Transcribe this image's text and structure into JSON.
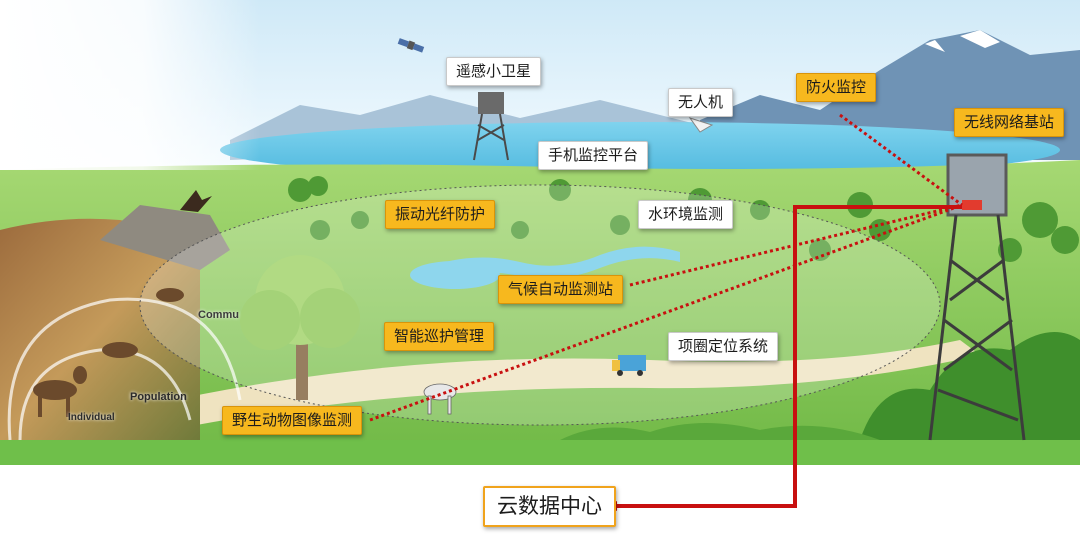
{
  "labels": {
    "satellite": "遥感小卫星",
    "drone": "无人机",
    "fire_monitoring": "防火监控",
    "wireless_base_station": "无线网络基站",
    "mobile_platform": "手机监控平台",
    "fiber_vibration": "振动光纤防护",
    "water_monitoring": "水环境监测",
    "climate_station": "气候自动监测站",
    "patrol_management": "智能巡护管理",
    "collar_positioning": "项圈定位系统",
    "wildlife_image": "野生动物图像监测",
    "cloud_data_center": "云数据中心"
  },
  "ecology_levels": {
    "community": "Commu",
    "population": "Population",
    "individual": "Individual"
  },
  "colors": {
    "orange_label": "#f7b81e",
    "white_label": "#ffffff",
    "link_red": "#c81010",
    "sky": "#dff0fa",
    "grass": "#8fcf5a"
  }
}
